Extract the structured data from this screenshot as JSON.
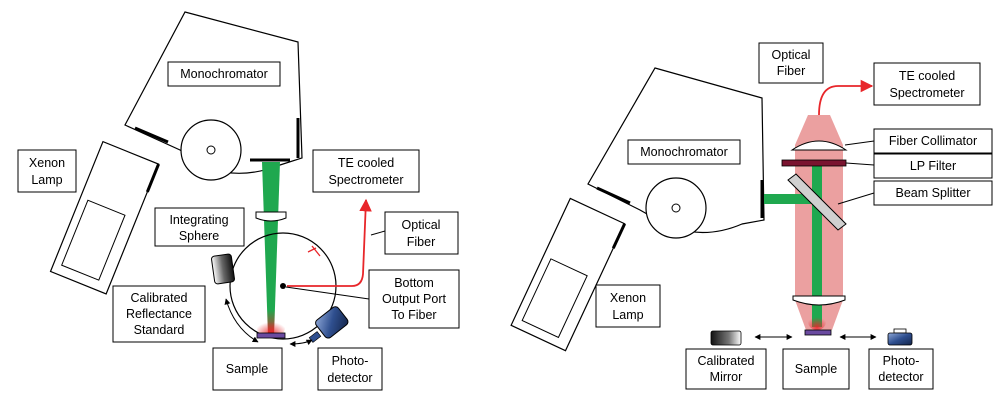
{
  "left_setup": {
    "monochromator": "Monochromator",
    "xenon_lamp": [
      "Xenon",
      "Lamp"
    ],
    "integrating_sphere": [
      "Integrating",
      "Sphere"
    ],
    "te_spectrometer": [
      "TE cooled",
      "Spectrometer"
    ],
    "optical_fiber": [
      "Optical",
      "Fiber"
    ],
    "output_port": [
      "Bottom",
      "Output Port",
      "To Fiber"
    ],
    "reflectance_standard": [
      "Calibrated",
      "Reflectance",
      "Standard"
    ],
    "sample": "Sample",
    "photodetector": [
      "Photo-",
      "detector"
    ]
  },
  "right_setup": {
    "optical_fiber": [
      "Optical",
      "Fiber"
    ],
    "te_spectrometer": [
      "TE cooled",
      "Spectrometer"
    ],
    "monochromator": "Monochromator",
    "fiber_collimator": "Fiber Collimator",
    "lp_filter": "LP Filter",
    "beam_splitter": "Beam Splitter",
    "xenon_lamp": [
      "Xenon",
      "Lamp"
    ],
    "calibrated_mirror": [
      "Calibrated",
      "Mirror"
    ],
    "sample": "Sample",
    "photodetector": [
      "Photo-",
      "detector"
    ]
  },
  "colors": {
    "beam_green": "#1fa84f",
    "fiber_red": "#e8262a",
    "collimated_beam_pink": "#e88f8f",
    "detector_blue": "#2f4f8f",
    "lp_filter": "#7a1430",
    "sample_purple": "#6a4aa0"
  }
}
